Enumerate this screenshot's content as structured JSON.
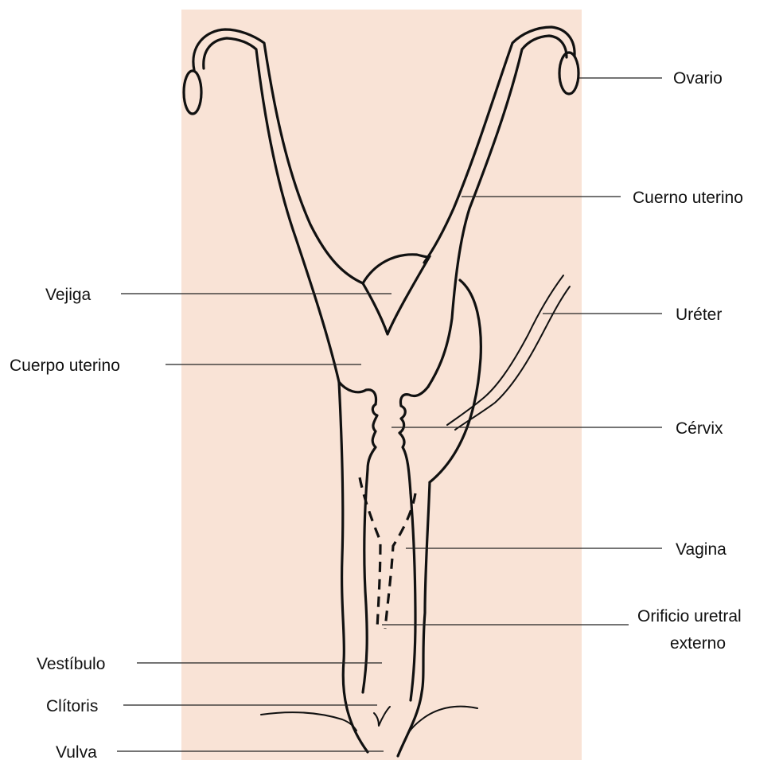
{
  "labels": {
    "ovario": "Ovario",
    "cuerno_uterino": "Cuerno uterino",
    "vejiga": "Vejiga",
    "ureter": "Uréter",
    "cuerpo_uterino": "Cuerpo uterino",
    "cervix": "Cérvix",
    "vagina": "Vagina",
    "orificio_uretral_line1": "Orificio uretral",
    "orificio_uretral_line2": "externo",
    "vestibulo": "Vestíbulo",
    "clitoris": "Clítoris",
    "vulva": "Vulva"
  },
  "colors": {
    "background_panel": "#f9e3d6",
    "outline": "#111111"
  }
}
